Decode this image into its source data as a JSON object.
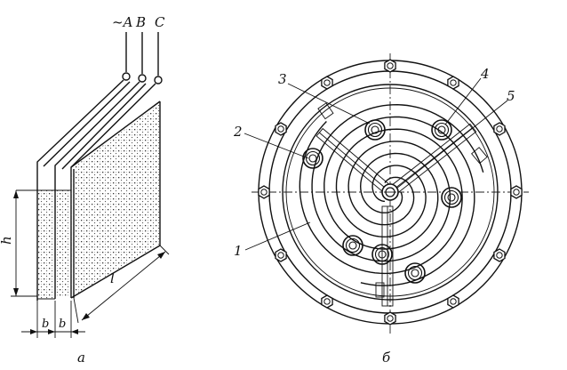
{
  "panel_a": {
    "caption": "а",
    "phase_labels": [
      "~A",
      "B",
      "C"
    ],
    "dimension_labels": {
      "height": "h",
      "width_1": "b",
      "width_2": "b",
      "length": "l"
    }
  },
  "panel_b": {
    "caption": "б",
    "callouts": [
      "1",
      "2",
      "3",
      "4",
      "5"
    ]
  },
  "colors": {
    "ink": "#111111",
    "background": "#ffffff",
    "liquid": "#333333"
  }
}
